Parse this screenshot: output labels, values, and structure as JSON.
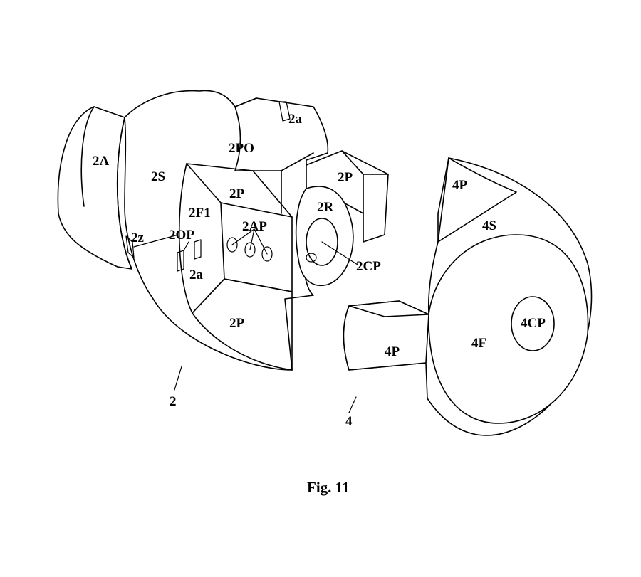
{
  "figure": {
    "caption": "Fig. 11",
    "labels": {
      "l_2A": "2A",
      "l_2S": "2S",
      "l_2PO": "2PO",
      "l_2a_top": "2a",
      "l_2P_right": "2P",
      "l_2P_inner": "2P",
      "l_2R": "2R",
      "l_2F1": "2F1",
      "l_2AP": "2AP",
      "l_2z": "2z",
      "l_2OP": "2OP",
      "l_2a_bottom": "2a",
      "l_2CP": "2CP",
      "l_2P_bottom": "2P",
      "l_2": "2",
      "l_4P_top": "4P",
      "l_4S": "4S",
      "l_4CP": "4CP",
      "l_4F": "4F",
      "l_4P_bottom": "4P",
      "l_4": "4"
    }
  }
}
